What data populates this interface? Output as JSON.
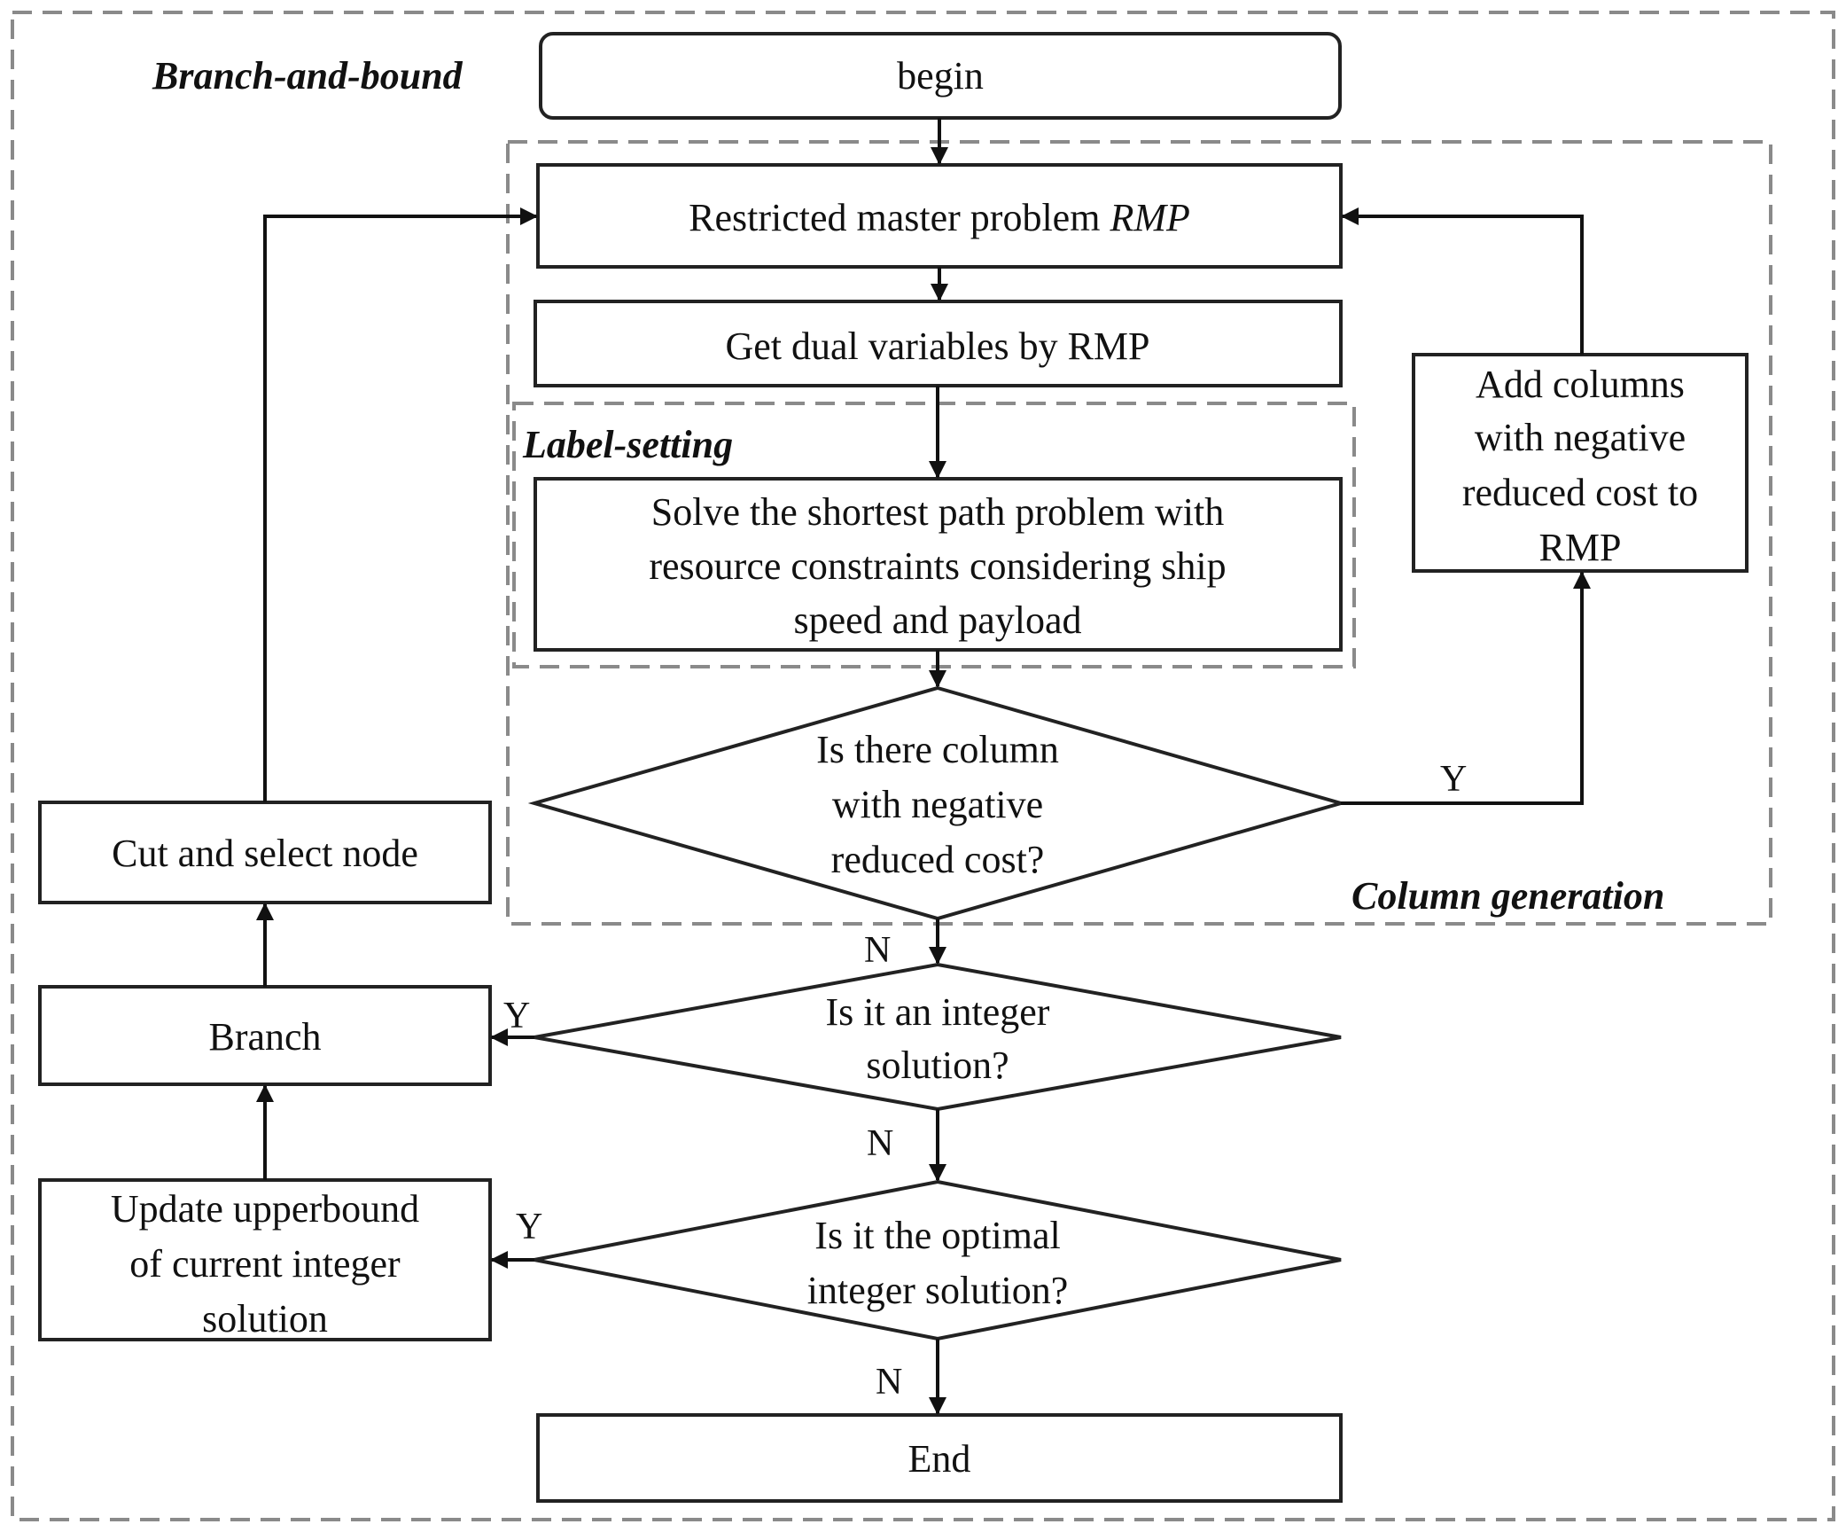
{
  "regions": {
    "branch_and_bound": "Branch-and-bound",
    "column_generation": "Column generation",
    "label_setting": "Label-setting"
  },
  "nodes": {
    "begin": "begin",
    "rmp_text": "Restricted master problem ",
    "rmp_italic": "RMP",
    "dual": "Get dual variables by RMP",
    "spp": [
      "Solve the shortest path problem with",
      "resource constraints considering ship",
      "speed and payload"
    ],
    "add_cols": [
      "Add columns",
      "with negative",
      "reduced cost to",
      "RMP"
    ],
    "d_negative": [
      "Is there column",
      "with negative",
      "reduced cost?"
    ],
    "d_integer": [
      "Is it an integer",
      "solution?"
    ],
    "d_optimal": [
      "Is it the optimal",
      "integer solution?"
    ],
    "cut_select": "Cut and select node",
    "branch": "Branch",
    "update_ub": [
      "Update upperbound",
      "of current integer",
      "solution"
    ],
    "end": "End"
  },
  "edge_labels": {
    "neg_yes": "Y",
    "neg_no": "N",
    "int_yes": "Y",
    "int_no": "N",
    "opt_yes": "Y",
    "opt_no": "N"
  }
}
